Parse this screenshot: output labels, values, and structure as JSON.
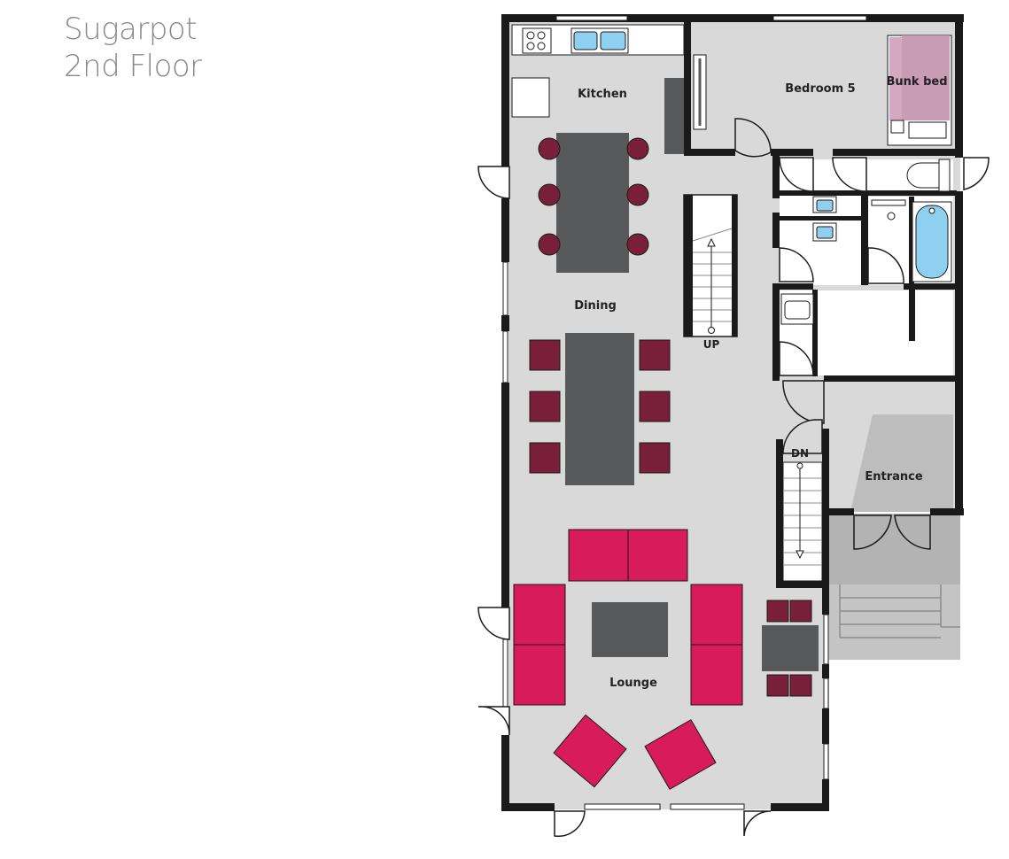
{
  "header": {
    "line1": "Sugarpot",
    "line2": "2nd Floor"
  },
  "rooms": {
    "kitchen": "Kitchen",
    "bedroom": "Bedroom 5",
    "bunk": "Bunk bed",
    "dining": "Dining",
    "up": "UP",
    "dn": "DN",
    "entrance": "Entrance",
    "lounge": "Lounge"
  },
  "colors": {
    "floor": "#d9d9d9",
    "wall": "#1a1a1a",
    "table": "#58595b",
    "chair": "#7a1f3a",
    "sofa": "#d81b5b",
    "water": "#8fd0f0",
    "bunk": "#d4a8c0",
    "outdoor": "#b3b3b3"
  }
}
